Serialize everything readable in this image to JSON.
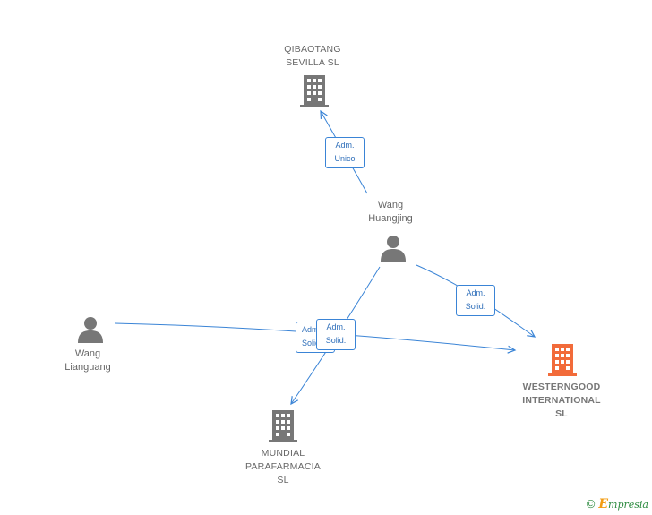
{
  "colors": {
    "company_gray": "#777777",
    "company_focus": "#f26b3a",
    "person_gray": "#777777",
    "edge_blue": "#3a84d6",
    "brand_green": "#2b8a3e",
    "brand_orange": "#f39c12"
  },
  "nodes": {
    "qibaotang": {
      "type": "company",
      "icon": "building-icon",
      "lines": [
        "QIBAOTANG",
        "SEVILLA  SL"
      ]
    },
    "wang_huangjing": {
      "type": "person",
      "icon": "person-icon",
      "lines": [
        "Wang",
        "Huangjing"
      ]
    },
    "wang_lianguang": {
      "type": "person",
      "icon": "person-icon",
      "lines": [
        "Wang",
        "Lianguang"
      ]
    },
    "westerngood": {
      "type": "company",
      "focus": true,
      "icon": "building-icon",
      "lines": [
        "WESTERNGOOD",
        "INTERNATIONAL",
        "SL"
      ]
    },
    "mundial": {
      "type": "company",
      "icon": "building-icon",
      "lines": [
        "MUNDIAL",
        "PARAFARMACIA",
        "SL"
      ]
    }
  },
  "edges": [
    {
      "id": "huangjing-qibaotang",
      "from": "wang_huangjing",
      "to": "qibaotang",
      "lines": [
        "Adm.",
        "Unico"
      ]
    },
    {
      "id": "huangjing-westerngood",
      "from": "wang_huangjing",
      "to": "westerngood",
      "lines": [
        "Adm.",
        "Solid."
      ]
    },
    {
      "id": "huangjing-mundial",
      "from": "wang_huangjing",
      "to": "mundial",
      "lines": [
        "Adm.",
        "Solid."
      ]
    },
    {
      "id": "lianguang-westerngood",
      "from": "wang_lianguang",
      "to": "westerngood",
      "lines": [
        "Adm.",
        "Solid."
      ]
    }
  ],
  "footer": {
    "copyright_symbol": "©",
    "brand_first": "E",
    "brand_rest": "mpresia"
  }
}
